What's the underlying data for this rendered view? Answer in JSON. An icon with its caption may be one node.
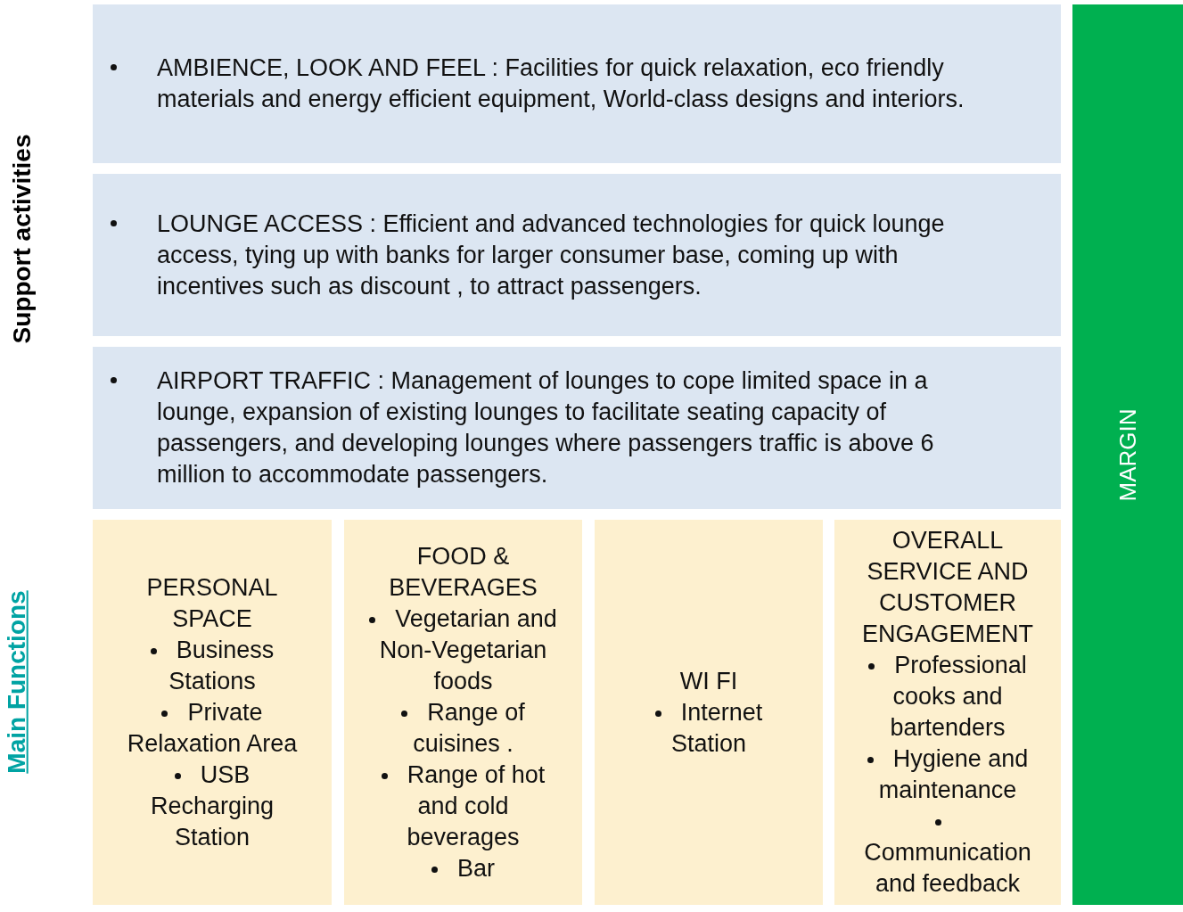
{
  "diagram": {
    "nodes": [
      {
        "text": [
          "AMBIENCE, LOOK AND FEEL : Facilities for quick relaxation, eco friendly materials and energy efficient equipment, World-class designs and interiors."
        ]
      },
      {
        "text": [
          "LOUNGE ACCESS : Efficient and advanced technologies for quick lounge access, tying up with banks for larger consumer base,  coming up with incentives such as discount , to attract passengers."
        ]
      },
      {
        "text": [
          "AIRPORT TRAFFIC : Management of lounges to cope limited space in a lounge, expansion of existing lounges to facilitate seating capacity of passengers, and developing lounges where passengers traffic is above 6 million to accommodate passengers."
        ]
      },
      {
        "text": [
          "PERSONAL SPACE",
          "Business Stations",
          "Private Relaxation Area",
          "USB Recharging Station"
        ]
      },
      {
        "text": [
          "FOOD & BEVERAGES",
          "Vegetarian and Non-Vegetarian foods",
          "Range of cuisines .",
          "Range of hot and cold beverages",
          "Bar"
        ]
      },
      {
        "text": [
          "WI FI",
          "Internet Station"
        ]
      },
      {
        "text": [
          "OVERALL SERVICE AND CUSTOMER ENGAGEMENT",
          "Professional cooks and bartenders",
          "Hygiene and maintenance",
          "Communication and feedback"
        ]
      },
      {
        "text": [
          "MARGIN"
        ]
      }
    ],
    "edges": [],
    "labels": [
      "Support activities",
      "Main Functions"
    ]
  }
}
